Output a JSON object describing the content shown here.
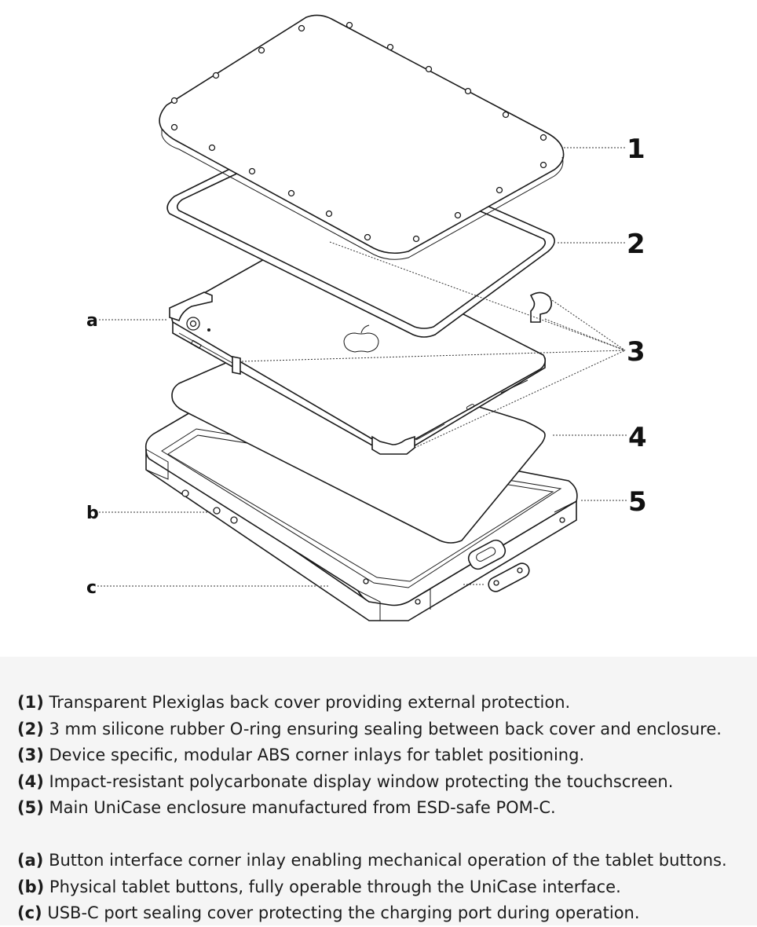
{
  "callouts": {
    "numbers": [
      "1",
      "2",
      "3",
      "4",
      "5"
    ],
    "letters": [
      "a",
      "b",
      "c"
    ]
  },
  "legend": {
    "parts": [
      {
        "key": "(1)",
        "text": "Transparent Plexiglas back cover providing external protection."
      },
      {
        "key": "(2)",
        "text": "3 mm silicone rubber O-ring ensuring sealing between back cover and enclosure."
      },
      {
        "key": "(3)",
        "text": "Device specific, modular ABS corner inlays for tablet positioning."
      },
      {
        "key": "(4)",
        "text": "Impact-resistant polycarbonate display window protecting the touchscreen."
      },
      {
        "key": "(5)",
        "text": "Main UniCase enclosure manufactured from ESD-safe POM-C."
      }
    ],
    "features": [
      {
        "key": "(a)",
        "text": "Button interface corner inlay enabling mechanical operation of the tablet buttons."
      },
      {
        "key": "(b)",
        "text": "Physical tablet buttons, fully operable through the UniCase interface."
      },
      {
        "key": "(c)",
        "text": "USB-C port sealing cover protecting the charging port during operation."
      }
    ]
  }
}
